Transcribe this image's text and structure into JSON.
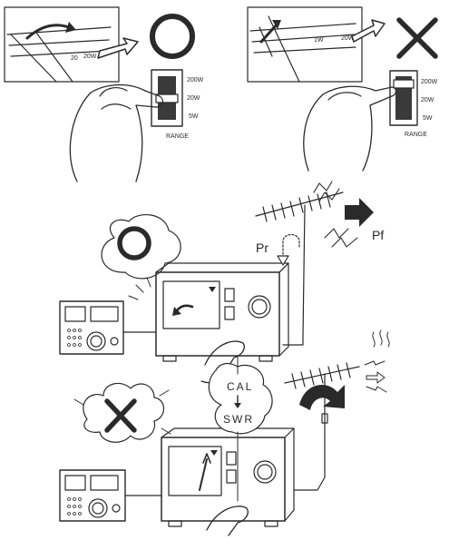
{
  "panel_correct": {
    "meter_left_label": "20",
    "meter_right_label": "20W",
    "range_labels": [
      "200W",
      "20W",
      "5W"
    ],
    "range_caption": "RANGE"
  },
  "panel_wrong": {
    "meter_left_label": "1W",
    "meter_right_label": "20W",
    "range_labels": [
      "200W",
      "20W",
      "5W"
    ],
    "range_caption": "RANGE"
  },
  "antenna": {
    "reflected_label": "Pr",
    "forward_label": "Pf"
  },
  "callout": {
    "line1": "CAL",
    "line2": "SWR"
  },
  "colors": {
    "ink": "#2a2a2a",
    "shade": "#3a3a3a",
    "paper": "#ffffff"
  }
}
